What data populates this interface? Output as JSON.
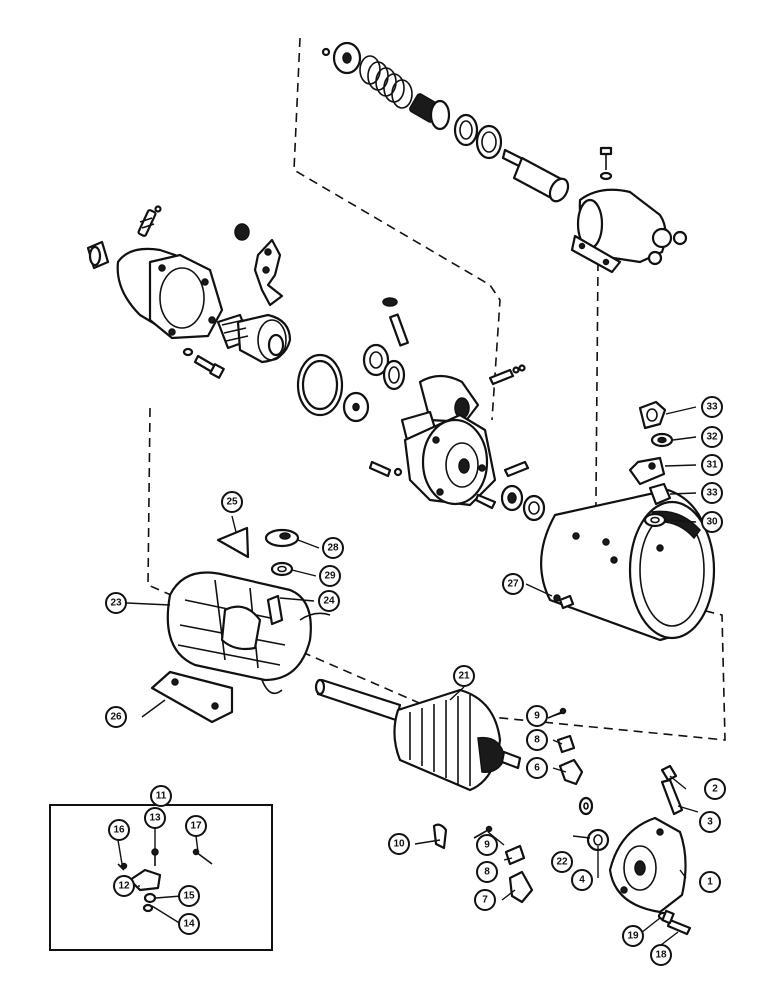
{
  "diagram": {
    "callouts": [
      {
        "id": "c1",
        "label": "1"
      },
      {
        "id": "c2",
        "label": "2"
      },
      {
        "id": "c3",
        "label": "3"
      },
      {
        "id": "c4",
        "label": "4"
      },
      {
        "id": "c6",
        "label": "6"
      },
      {
        "id": "c7",
        "label": "7"
      },
      {
        "id": "c8a",
        "label": "8"
      },
      {
        "id": "c8b",
        "label": "8"
      },
      {
        "id": "c9a",
        "label": "9"
      },
      {
        "id": "c9b",
        "label": "9"
      },
      {
        "id": "c10",
        "label": "10"
      },
      {
        "id": "c11",
        "label": "11"
      },
      {
        "id": "c12",
        "label": "12"
      },
      {
        "id": "c13",
        "label": "13"
      },
      {
        "id": "c14",
        "label": "14"
      },
      {
        "id": "c15",
        "label": "15"
      },
      {
        "id": "c16",
        "label": "16"
      },
      {
        "id": "c17",
        "label": "17"
      },
      {
        "id": "c18",
        "label": "18"
      },
      {
        "id": "c19",
        "label": "19"
      },
      {
        "id": "c21",
        "label": "21"
      },
      {
        "id": "c22",
        "label": "22"
      },
      {
        "id": "c23",
        "label": "23"
      },
      {
        "id": "c24",
        "label": "24"
      },
      {
        "id": "c25",
        "label": "25"
      },
      {
        "id": "c26",
        "label": "26"
      },
      {
        "id": "c27",
        "label": "27"
      },
      {
        "id": "c28",
        "label": "28"
      },
      {
        "id": "c29",
        "label": "29"
      },
      {
        "id": "c30",
        "label": "30"
      },
      {
        "id": "c31",
        "label": "31"
      },
      {
        "id": "c32",
        "label": "32"
      },
      {
        "id": "c33a",
        "label": "33"
      },
      {
        "id": "c33b",
        "label": "33"
      }
    ]
  }
}
